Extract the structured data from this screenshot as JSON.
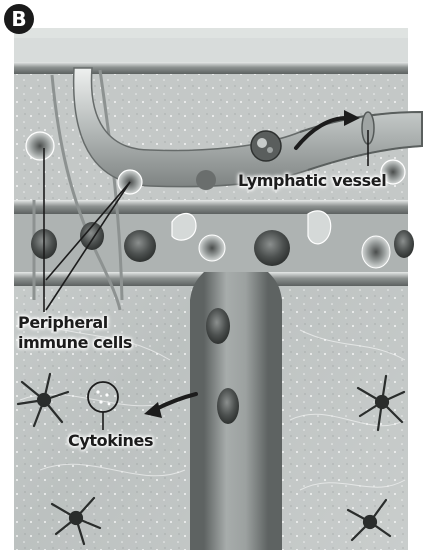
{
  "panel": {
    "letter": "B"
  },
  "labels": {
    "lymphatic_vessel": "Lymphatic vessel",
    "peripheral_line1": "Peripheral",
    "peripheral_line2": "immune cells",
    "cytokines": "Cytokines"
  },
  "colors": {
    "tissue": "#bfc3c2",
    "vessel_wall": "#6f7473",
    "blood_cell": "#5a5d5c",
    "label_text": "#1c1c1c"
  }
}
